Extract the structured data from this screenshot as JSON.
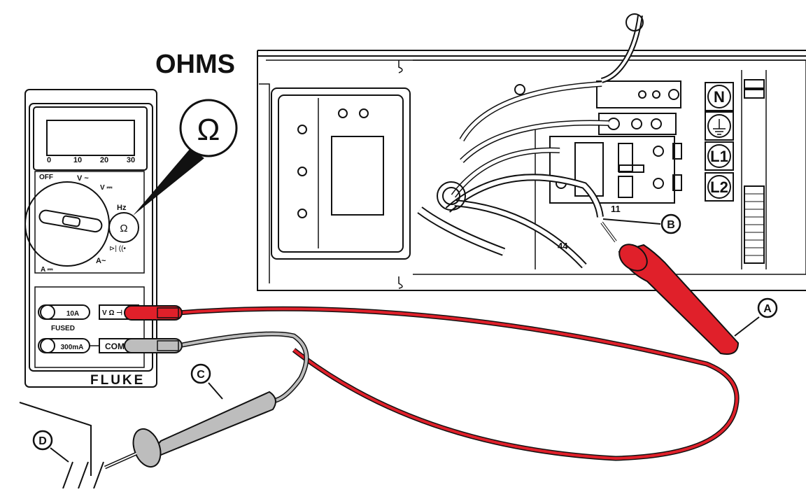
{
  "title": "OHMS",
  "meter": {
    "brand": "FLUKE",
    "scale": [
      "0",
      "10",
      "20",
      "30"
    ],
    "dial": {
      "off": "OFF",
      "v_ac": "V ~",
      "v_dc": "V ⎓",
      "hz": "Hz",
      "a_dc": "A ⎓",
      "a_ac": "A~"
    },
    "jacks": {
      "ten_a": "10A",
      "fused": "FUSED",
      "ma": "300mA",
      "com": "COM",
      "v_ohm": "V Ω ⊣"
    },
    "callout_symbol": "Ω"
  },
  "terminals": [
    "N",
    "L1",
    "L2"
  ],
  "wires": {
    "w11": "11",
    "w44": "44"
  },
  "callouts": [
    "A",
    "B",
    "C",
    "D"
  ],
  "colors": {
    "red_lead": "#e0202a",
    "gray_lead": "#bdbdbd",
    "outline": "#111111"
  }
}
